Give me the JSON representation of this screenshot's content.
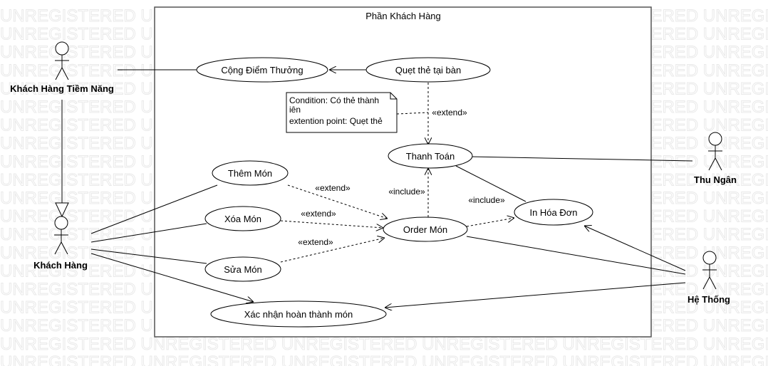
{
  "watermark": "UNREGISTERED",
  "system_boundary": {
    "title": "Phần Khách Hàng"
  },
  "actors": {
    "potential_customer": "Khách Hàng Tiềm Năng",
    "customer": "Khách Hàng",
    "cashier": "Thu Ngân",
    "system": "Hệ Thống"
  },
  "use_cases": {
    "bonus_points": "Cộng Điểm Thưởng",
    "swipe_card": "Quẹt thẻ tại bàn",
    "payment": "Thanh Toán",
    "add_dish": "Thêm Món",
    "delete_dish": "Xóa Món",
    "edit_dish": "Sửa Món",
    "order_dish": "Order Món",
    "print_invoice": "In Hóa Đơn",
    "confirm_done": "Xác nhận hoàn thành món"
  },
  "relations": {
    "extend": "«extend»",
    "include": "«include»"
  },
  "note": {
    "line1": "Condition: Có thẻ thành",
    "line2": "iên",
    "line3": "extention point: Quẹt thẻ"
  },
  "colors": {
    "stroke": "#000000",
    "boundary": "#555555",
    "watermark": "#e9e9e9",
    "background": "#ffffff"
  }
}
